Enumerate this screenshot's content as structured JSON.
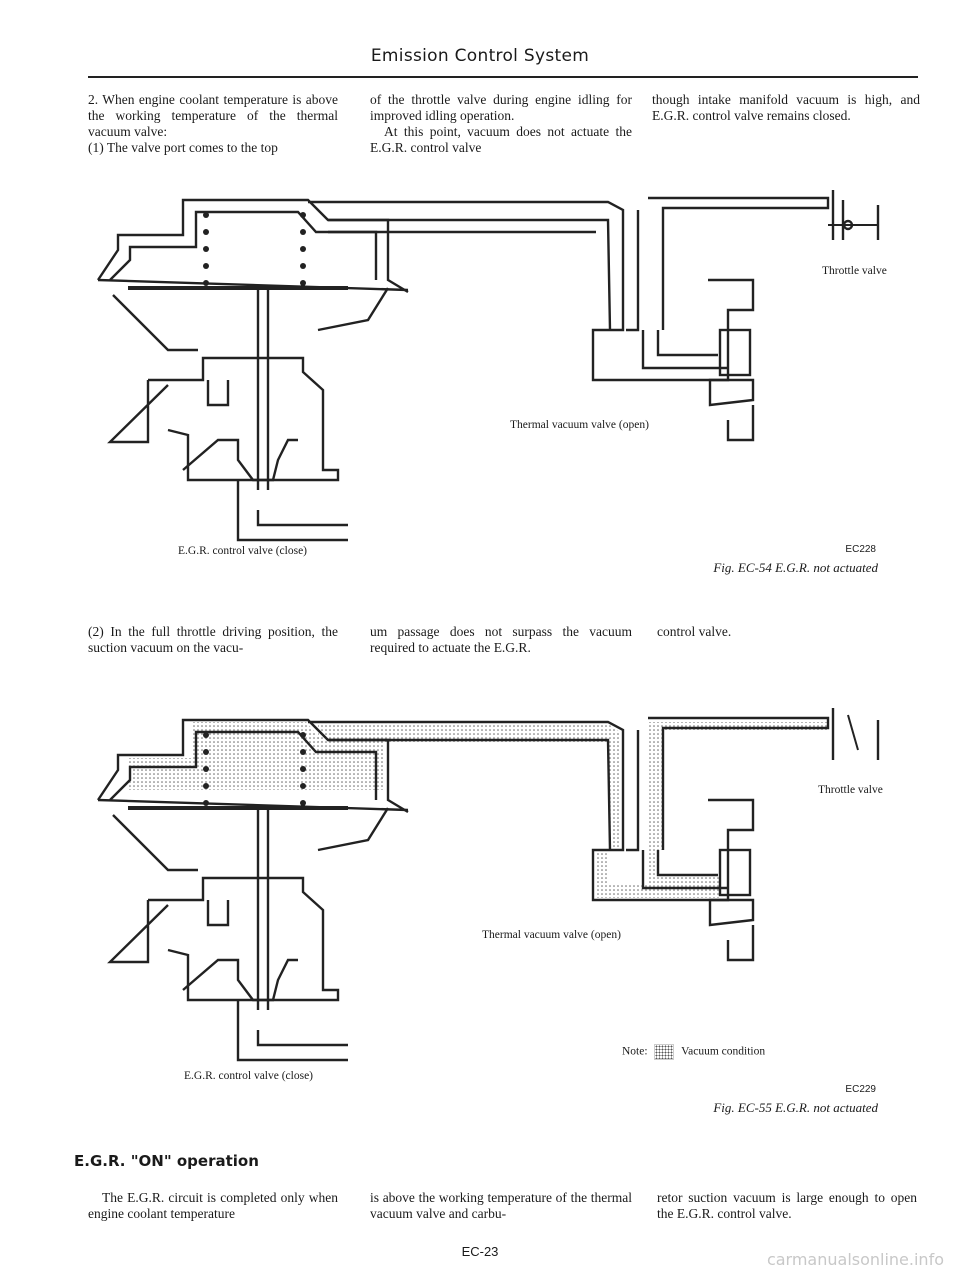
{
  "header": {
    "title": "Emission Control System"
  },
  "section1": {
    "col1": [
      "2. When engine coolant temperature is above the working temperature of the thermal vacuum valve:",
      "(1) The valve port comes to the top"
    ],
    "col2": [
      "of the throttle valve during engine idling for improved idling operation.",
      "At this point, vacuum does not actuate the E.G.R. control valve"
    ],
    "col3": [
      "though intake manifold vacuum is high, and E.G.R. control valve remains closed."
    ]
  },
  "fig1": {
    "label_throttle": "Throttle valve",
    "label_thermal": "Thermal vacuum valve (open)",
    "label_egr": "E.G.R. control valve (close)",
    "code": "EC228",
    "caption": "Fig. EC-54 E.G.R. not actuated"
  },
  "section2": {
    "col1": "(2) In the full throttle driving position, the suction vacuum on the vacu-",
    "col2": "um passage does not surpass the vacuum required to actuate the E.G.R.",
    "col3": "control valve."
  },
  "fig2": {
    "label_throttle": "Throttle valve",
    "label_thermal": "Thermal vacuum valve (open)",
    "label_egr": "E.G.R. control valve (close)",
    "note_prefix": "Note:",
    "note_text": "Vacuum condition",
    "code": "EC229",
    "caption": "Fig. EC-55 E.G.R. not actuated"
  },
  "section3": {
    "heading": "E.G.R. \"ON\" operation",
    "col1": "The E.G.R. circuit is completed only when engine coolant temperature",
    "col2": "is above the working temperature of the thermal vacuum valve and carbu-",
    "col3": "retor suction vacuum is large enough to open the E.G.R. control valve."
  },
  "footer": {
    "page": "EC-23"
  },
  "watermark": "carmanualsonline.info"
}
